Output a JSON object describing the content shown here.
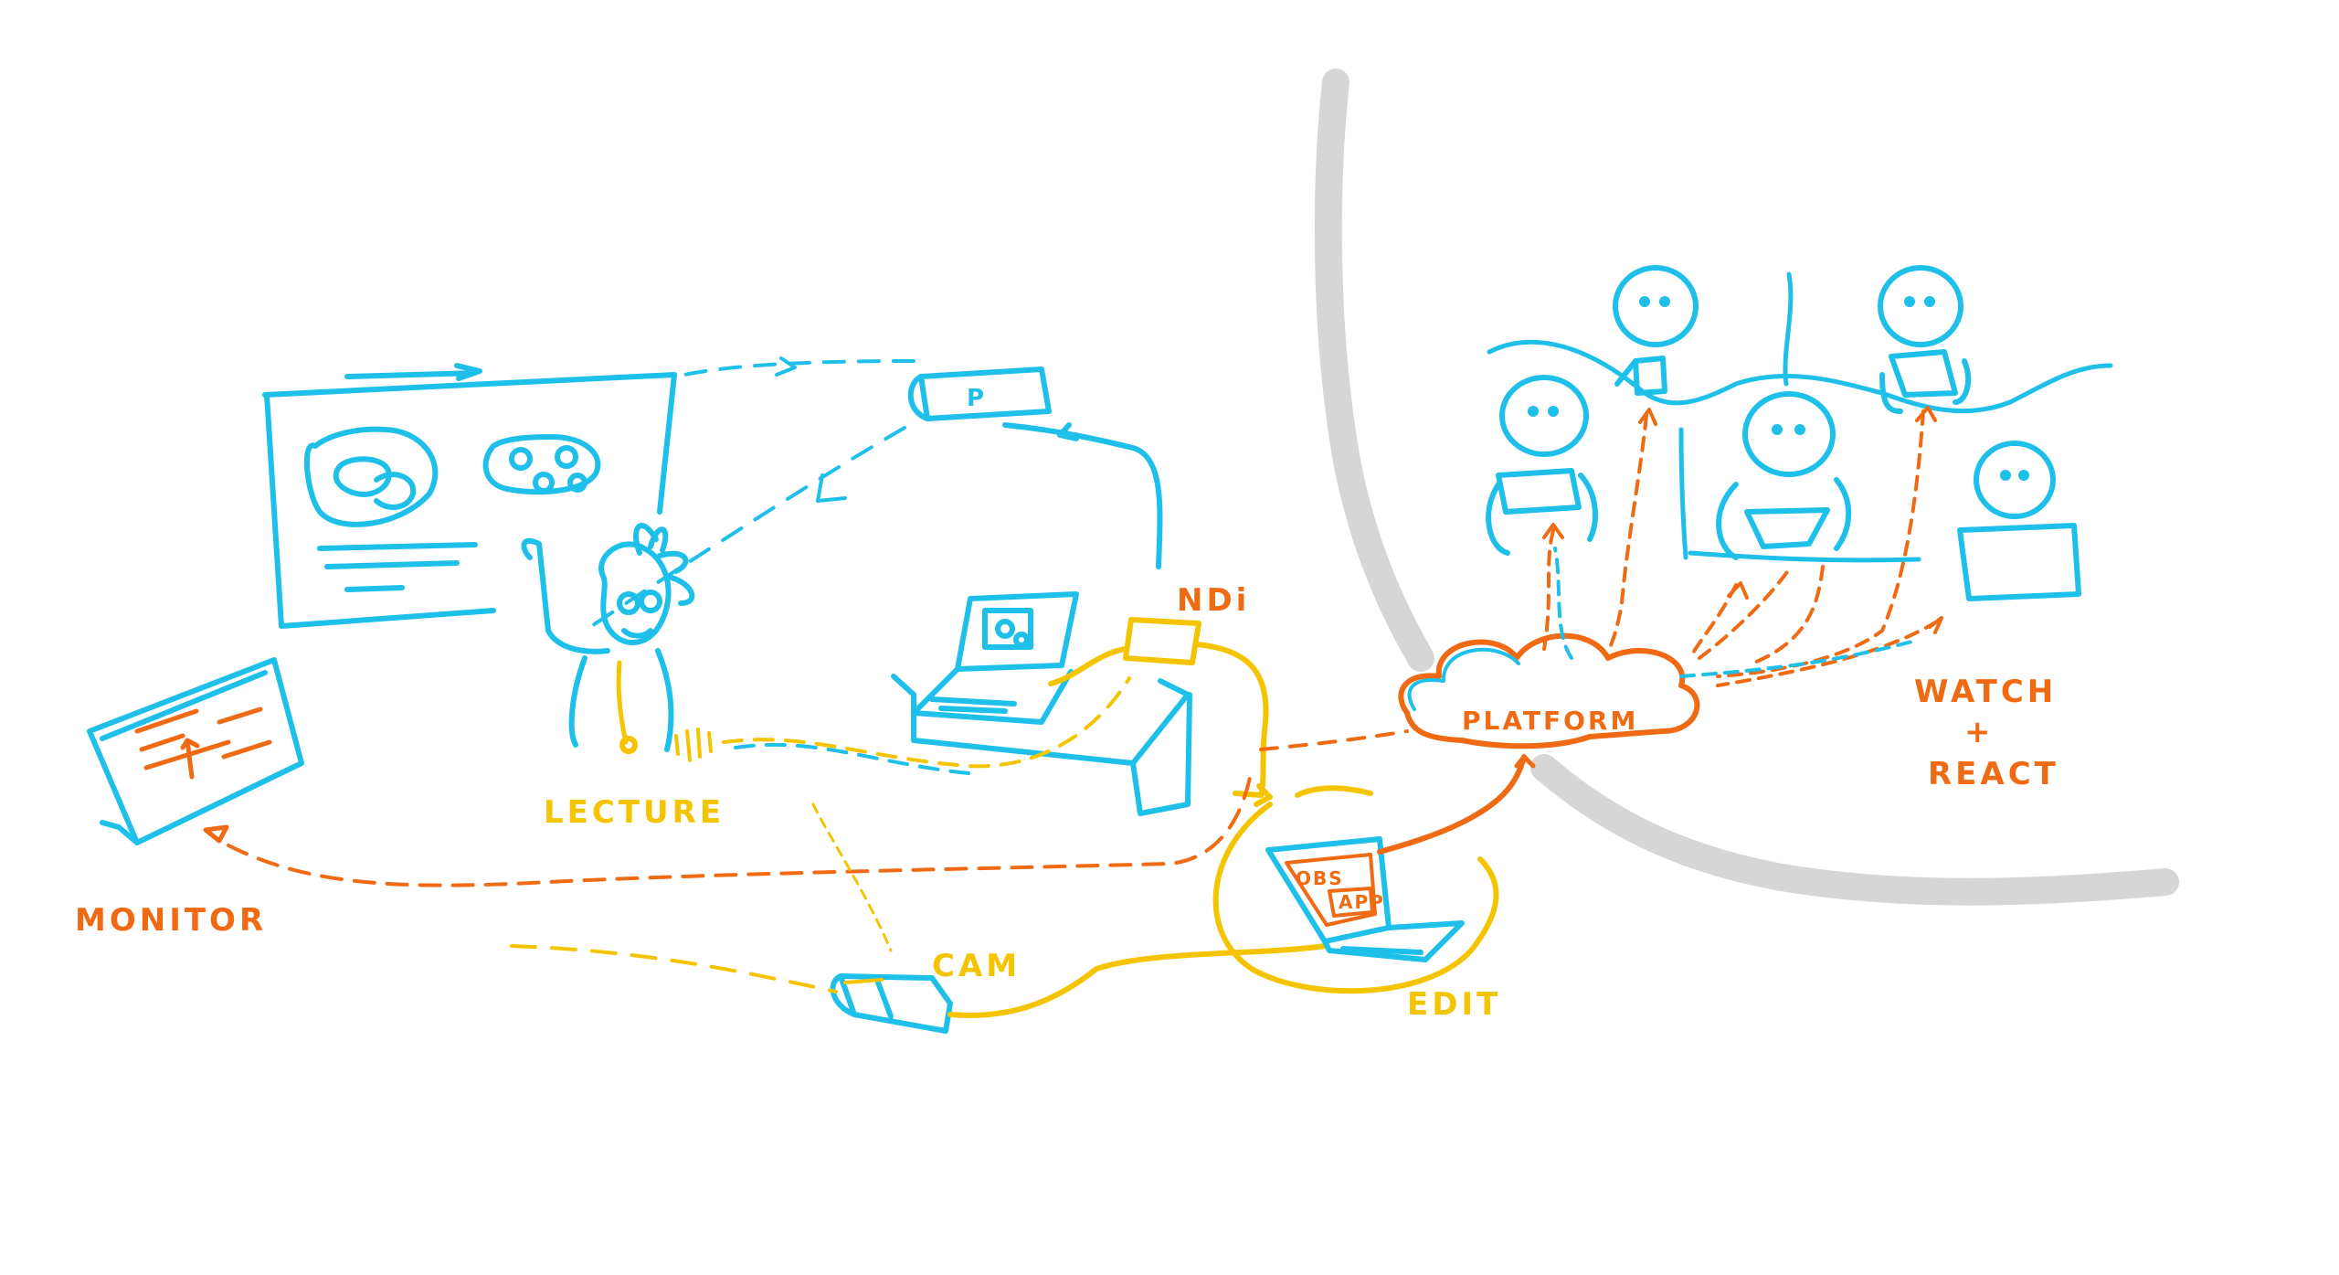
{
  "labels": {
    "lecture": "LECTURE",
    "ndi": "NDi",
    "cam": "CAM",
    "edit": "EDIT",
    "monitor": "MONITOR",
    "platform": "PLATFORM",
    "watch": "WATCH",
    "plus": "+",
    "react": "REACT",
    "projector": "P",
    "laptop_screen_1": "OBS",
    "laptop_screen_2": "APP"
  },
  "colors": {
    "cyan": "#1ec0ea",
    "yellow": "#f5c400",
    "orange": "#ef6a12",
    "gray": "#d6d6d6"
  }
}
